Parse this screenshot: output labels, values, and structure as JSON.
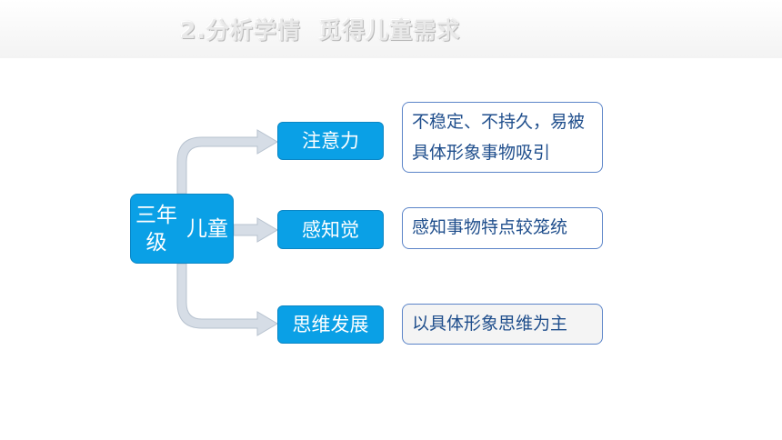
{
  "slide": {
    "title": "2.分析学情  觅得儿童需求"
  },
  "diagram": {
    "root": {
      "line1": "三年级",
      "line2": "儿童"
    },
    "branches": [
      {
        "label": "注意力",
        "description": "不稳定、不持久，易被具体形象事物吸引"
      },
      {
        "label": "感知觉",
        "description": "感知事物特点较笼统"
      },
      {
        "label": "思维发展",
        "description": "以具体形象思维为主"
      }
    ]
  },
  "colors": {
    "node_fill": "#0aa0e6",
    "desc_border": "#5b84c8",
    "desc_text": "#1f4e8c",
    "arrow_fill": "#d6dde6"
  }
}
